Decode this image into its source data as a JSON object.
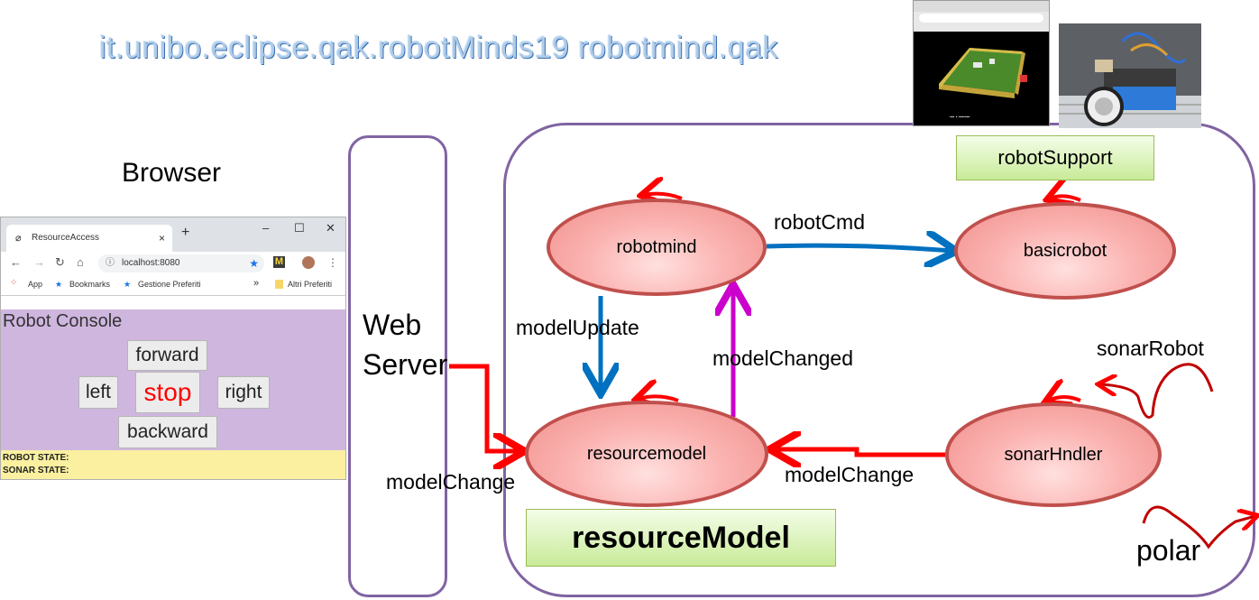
{
  "title": "it.unibo.eclipse.qak.robotMinds19  robotmind.qak",
  "browser_label": "Browser",
  "browser": {
    "tab_title": "ResourceAccess",
    "tab_close": "×",
    "new_tab": "+",
    "win_minimize": "–",
    "win_maximize": "☐",
    "win_close": "✕",
    "url": "localhost:8080",
    "bookmarks": [
      "App",
      "Bookmarks",
      "Gestione Preferiti"
    ],
    "more": "»",
    "other_bookmarks": "Altri Preferiti",
    "console_title": "Robot Console",
    "buttons": {
      "forward": "forward",
      "left": "left",
      "stop": "stop",
      "right": "right",
      "backward": "backward"
    },
    "robot_state": "ROBOT STATE:",
    "sonar_state": "SONAR STATE:"
  },
  "web_server": [
    "Web",
    "Server"
  ],
  "actors": {
    "robotmind": "robotmind",
    "basicrobot": "basicrobot",
    "resourcemodel": "resourcemodel",
    "sonarHndler": "sonarHndler"
  },
  "boxes": {
    "robotSupport": "robotSupport",
    "resourceModel": "resourceModel"
  },
  "labels": {
    "robotCmd": "robotCmd",
    "modelUpdate": "modelUpdate",
    "modelChanged": "modelChanged",
    "sonarRobot": "sonarRobot",
    "modelChange_right": "modelChange",
    "modelChange_left": "modelChange",
    "polar": "polar"
  },
  "colors": {
    "blue_arrow": "#0070c0",
    "magenta_arrow": "#cc00cc",
    "red_arrow": "#ff0000",
    "container_border": "#8064a2",
    "actor_border": "#c0504d",
    "console_bg": "#cfb6df",
    "state_bg": "#faf0a0"
  }
}
